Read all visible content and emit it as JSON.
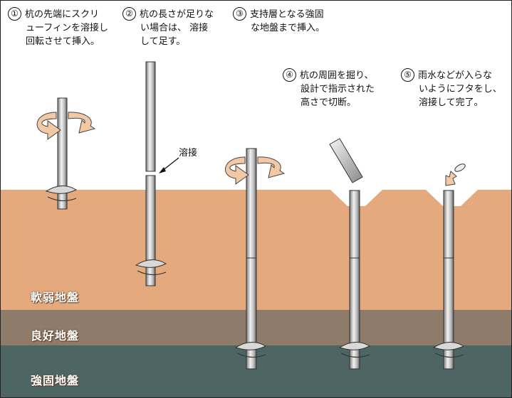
{
  "steps": [
    {
      "number": "①",
      "lines": [
        "杭の先端にスクリ",
        "ューフィンを溶接し",
        "回転させて挿入。"
      ]
    },
    {
      "number": "②",
      "lines": [
        "杭の長さが足りな",
        "い場合は、 溶接",
        "して足す。"
      ]
    },
    {
      "number": "③",
      "lines": [
        "支持層となる強固",
        "な地盤まで挿入。"
      ]
    },
    {
      "number": "④",
      "lines": [
        "杭の周囲を掘り、",
        "設計で指示された",
        "高さで切断。"
      ]
    },
    {
      "number": "⑤",
      "lines": [
        "雨水などが入らな",
        "いようにフタをし、",
        "溶接して完了。"
      ]
    }
  ],
  "weld_label": "溶接",
  "layers": [
    {
      "name": "軟弱地盤",
      "color": "#e4a97d"
    },
    {
      "name": "良好地盤",
      "color": "#8e7b6a"
    },
    {
      "name": "強固地盤",
      "color": "#4e6663"
    }
  ],
  "colors": {
    "pile_light": "#e9e9e9",
    "pile_dark": "#6f6f6f",
    "rotation_arrow": "#f3c9a5",
    "outline": "#333333"
  }
}
